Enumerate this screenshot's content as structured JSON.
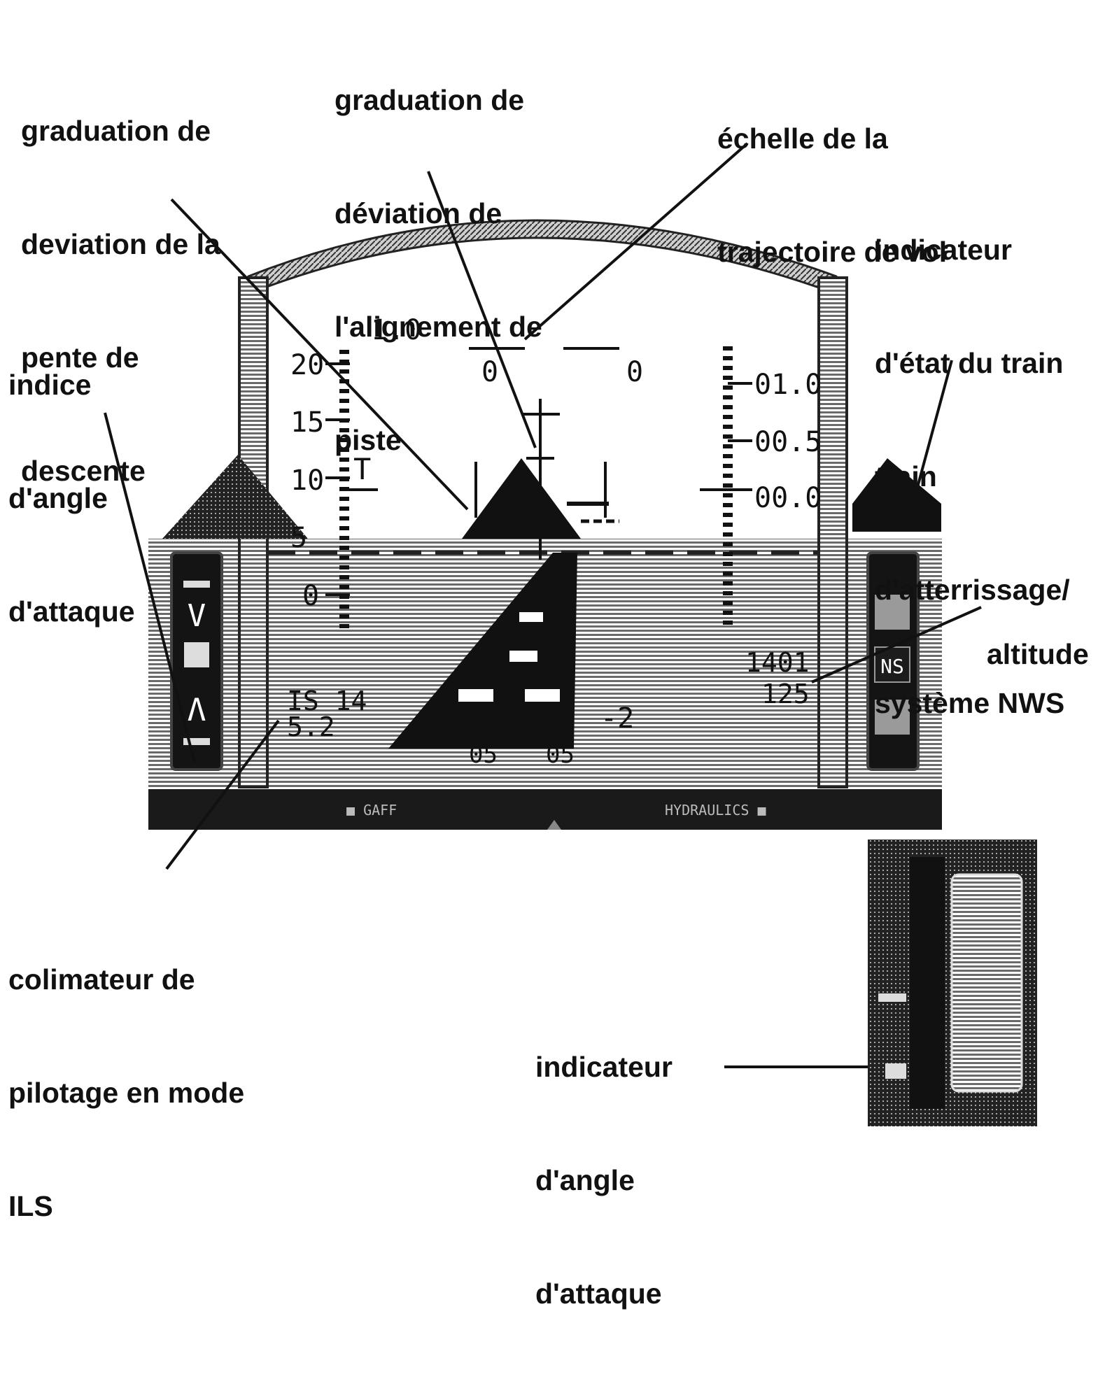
{
  "labels": {
    "glide_slope": [
      "graduation de",
      "deviation de la",
      "pente de",
      "descente"
    ],
    "localizer": [
      "graduation de",
      "déviation de",
      "l'alignement de",
      "piste"
    ],
    "flight_path_scale": [
      "échelle de la",
      "trajectoire de vol"
    ],
    "gear_nws": [
      "indicateur",
      "d'état du train",
      "train",
      "d'atterrissage/",
      "système NWS"
    ],
    "aoa_index": [
      "indice",
      "d'angle",
      "d'attaque"
    ],
    "altitude": [
      "altitude"
    ],
    "ils_reticle": [
      "colimateur de",
      "pilotage en mode",
      "ILS"
    ],
    "aoa_indicator": [
      "indicateur",
      "d'angle",
      "d'attaque"
    ]
  },
  "hud": {
    "top_value": "1.0",
    "pitch_ticks": [
      "20",
      "15",
      "10",
      "5",
      "0"
    ],
    "throttle_marker": "T",
    "horizon_zero_left": "0",
    "horizon_zero_right": "0",
    "right_ticks": [
      "01.0",
      "00.5",
      "00.0"
    ],
    "speed_readout": [
      "IS 14",
      "5.2"
    ],
    "altitude_readout": [
      "1401",
      "125"
    ],
    "vsi_readout": "-2",
    "runway_numbers": [
      "05",
      "05"
    ],
    "status_bar_left": "■ GAFF",
    "status_bar_right": "HYDRAULICS ■"
  },
  "aoa_index_symbols": [
    "V",
    "□",
    "Λ"
  ],
  "gear_panel_badges": [
    "",
    "NS",
    ""
  ],
  "colors": {
    "ink": "#111111",
    "ground": "#8a8a8a",
    "frame": "#555555"
  }
}
